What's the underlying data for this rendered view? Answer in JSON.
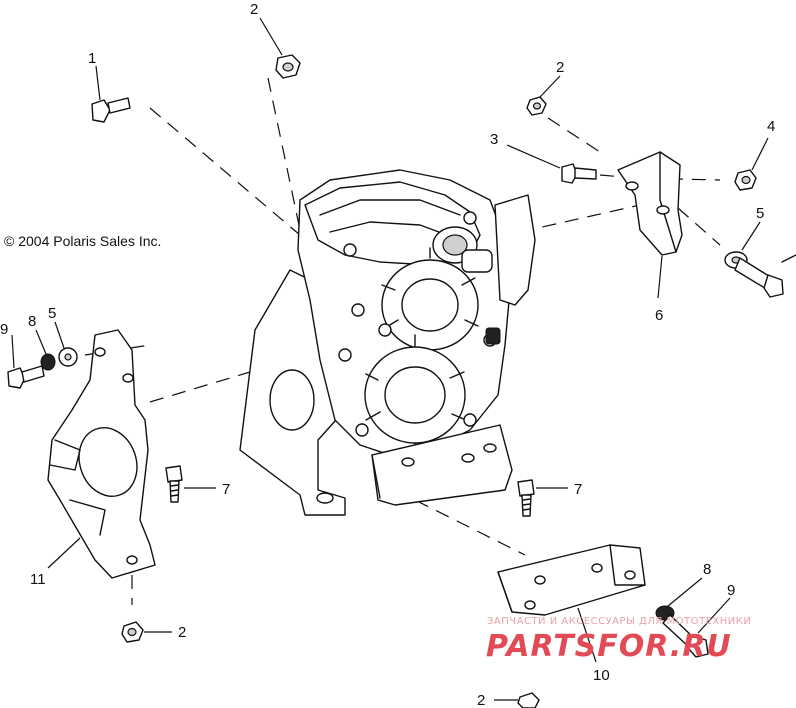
{
  "copyright": "© 2004 Polaris Sales Inc.",
  "watermark": {
    "tagline": "ЗАПЧАСТИ И АКСЕССУАРЫ ДЛЯ МОТОТЕХНИКИ",
    "brand": "PARTSFOR.RU",
    "color": "#e24a55"
  },
  "callouts": [
    {
      "id": "c-2-top",
      "text": "2"
    },
    {
      "id": "c-1",
      "text": "1"
    },
    {
      "id": "c-2-right",
      "text": "2"
    },
    {
      "id": "c-3",
      "text": "3"
    },
    {
      "id": "c-4",
      "text": "4"
    },
    {
      "id": "c-5-right",
      "text": "5"
    },
    {
      "id": "c-6",
      "text": "6"
    },
    {
      "id": "c-9-left",
      "text": "9"
    },
    {
      "id": "c-8-left",
      "text": "8"
    },
    {
      "id": "c-5-left",
      "text": "5"
    },
    {
      "id": "c-7-left",
      "text": "7"
    },
    {
      "id": "c-7-right",
      "text": "7"
    },
    {
      "id": "c-11",
      "text": "11"
    },
    {
      "id": "c-2-left-bottom",
      "text": "2"
    },
    {
      "id": "c-8-right",
      "text": "8"
    },
    {
      "id": "c-9-right",
      "text": "9"
    },
    {
      "id": "c-10",
      "text": "10"
    },
    {
      "id": "c-2-bottom",
      "text": "2"
    }
  ]
}
